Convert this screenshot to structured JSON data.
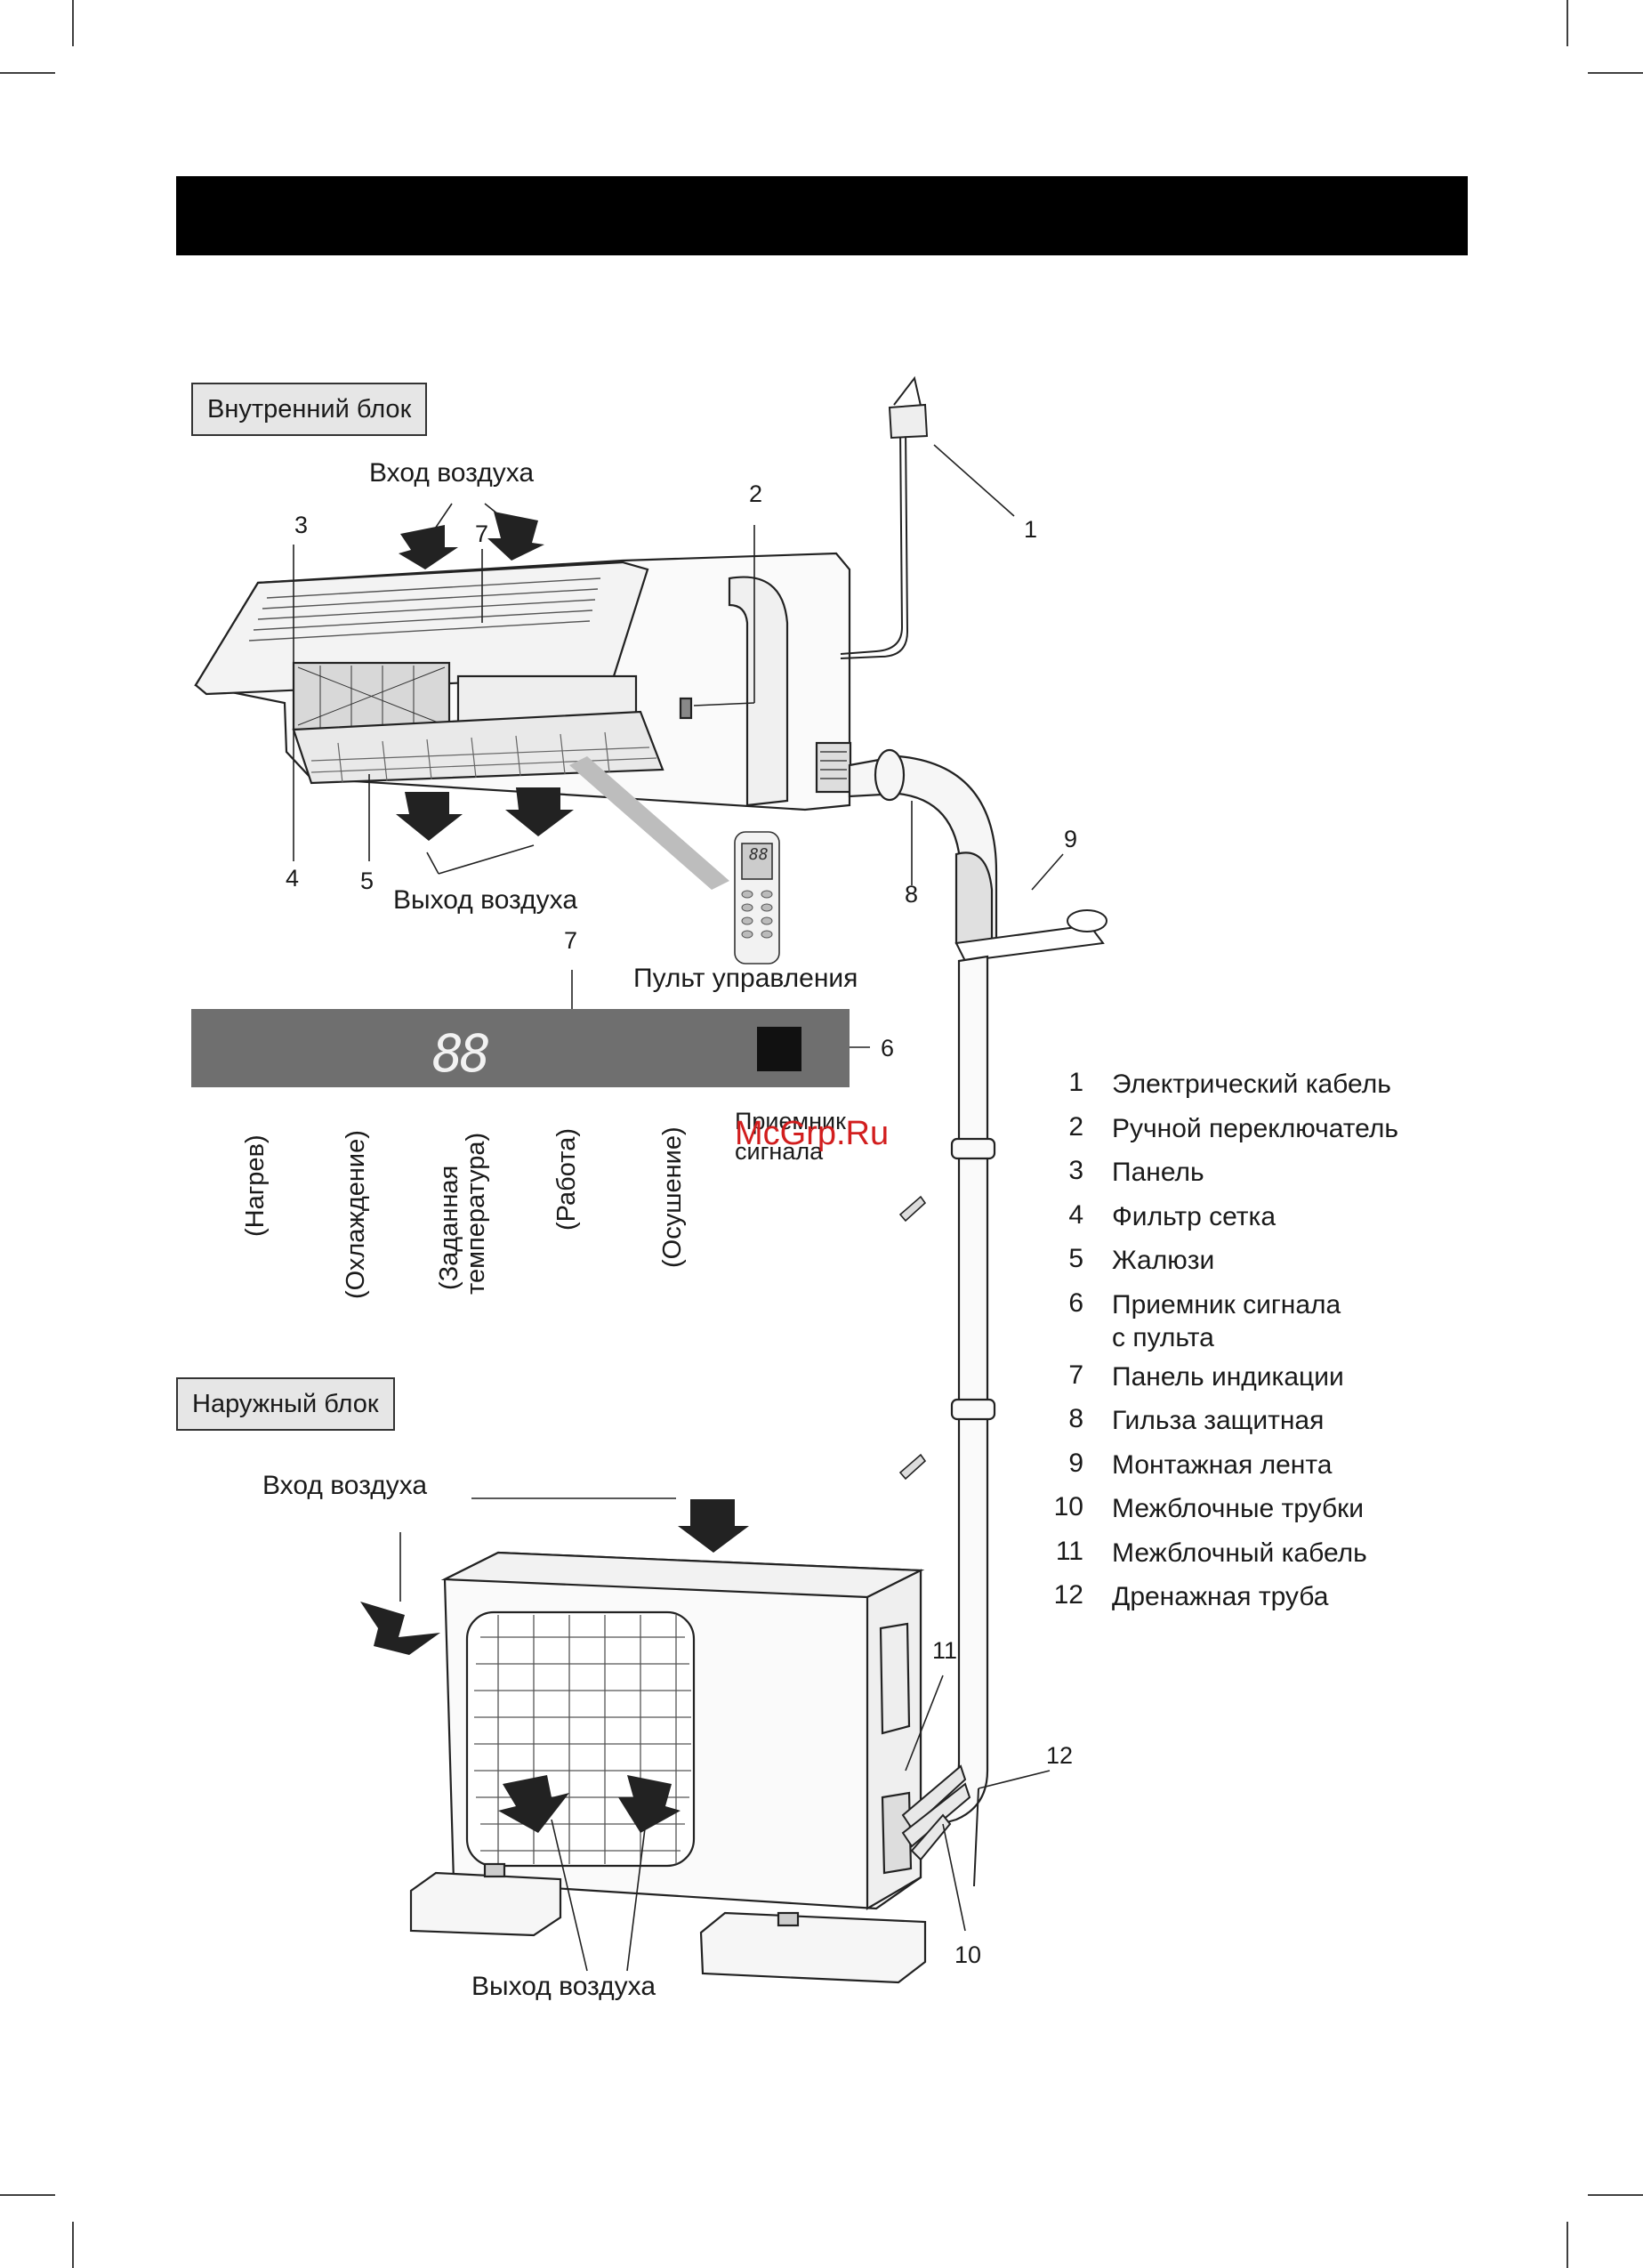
{
  "indoor": {
    "title": "Внутренний блок",
    "air_in": "Вход воздуха",
    "air_out": "Выход воздуха",
    "remote": "Пульт управления",
    "remote_display": "88"
  },
  "outdoor": {
    "title": "Наружный блок",
    "air_in": "Вход воздуха",
    "air_out": "Выход воздуха"
  },
  "callouts": {
    "c1": "1",
    "c2": "2",
    "c3": "3",
    "c4": "4",
    "c5": "5",
    "c6": "6",
    "c7a": "7",
    "c7b": "7",
    "c8": "8",
    "c9": "9",
    "c10": "10",
    "c11": "11",
    "c12": "12"
  },
  "panel": {
    "segment_display": "88",
    "heat": "(Нагрев)",
    "cool": "(Охлаждение)",
    "set_temp_line1": "(Заданная",
    "set_temp_line2": "температура)",
    "run": "(Работа)",
    "dry": "(Осушение)",
    "receiver_line1": "Приемник",
    "receiver_line2": "сигнала",
    "icons": [
      "sun-icon",
      "snowflake-icon",
      "power-icon",
      "drops-icon",
      "receiver-square-icon"
    ]
  },
  "legend": [
    {
      "n": "1",
      "t1": "Электрический кабель",
      "t2": ""
    },
    {
      "n": "2",
      "t1": "Ручной переключатель",
      "t2": ""
    },
    {
      "n": "3",
      "t1": "Панель",
      "t2": ""
    },
    {
      "n": "4",
      "t1": "Фильтр сетка",
      "t2": ""
    },
    {
      "n": "5",
      "t1": "Жалюзи",
      "t2": ""
    },
    {
      "n": "6",
      "t1": "Приемник сигнала",
      "t2": "с пульта"
    },
    {
      "n": "7",
      "t1": "Панель индикации",
      "t2": ""
    },
    {
      "n": "8",
      "t1": "Гильза защитная",
      "t2": ""
    },
    {
      "n": "9",
      "t1": "Монтажная лента",
      "t2": ""
    },
    {
      "n": "10",
      "t1": "Межблочные трубки",
      "t2": ""
    },
    {
      "n": "11",
      "t1": "Межблочный кабель",
      "t2": ""
    },
    {
      "n": "12",
      "t1": "Дренажная труба",
      "t2": ""
    }
  ],
  "watermark": "McGrp.Ru"
}
